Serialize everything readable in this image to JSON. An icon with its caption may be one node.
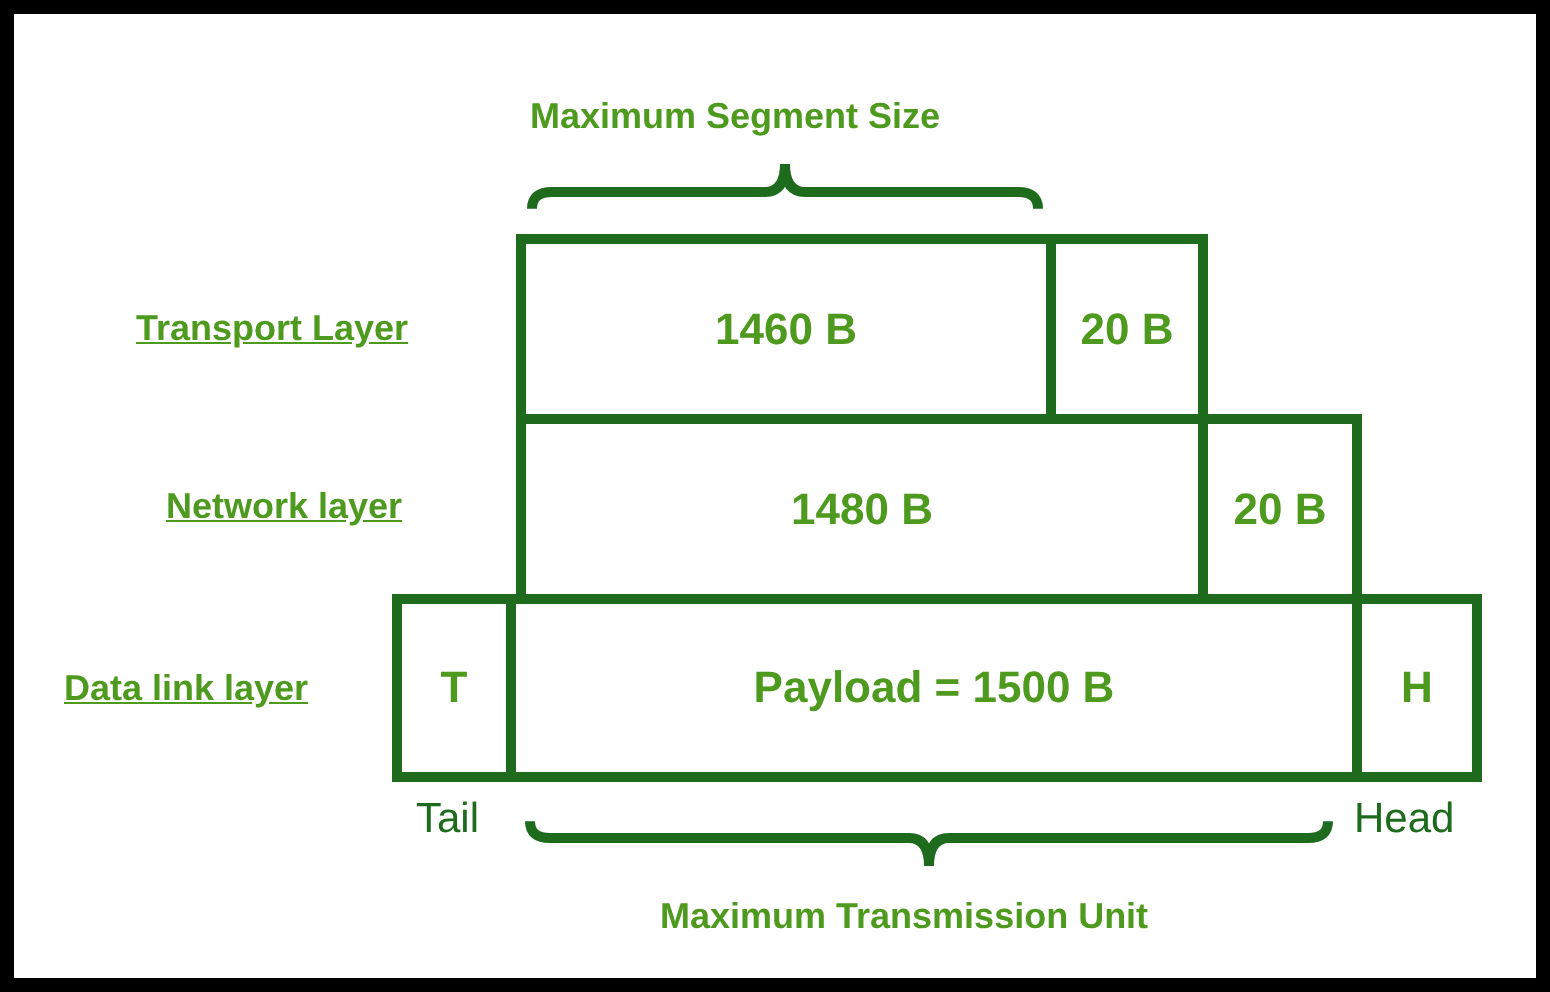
{
  "diagram": {
    "nodes": [
      {
        "text": [
          "1460 B"
        ]
      },
      {
        "text": [
          "20 B"
        ]
      },
      {
        "text": [
          "1480 B"
        ]
      },
      {
        "text": [
          "20 B"
        ]
      },
      {
        "text": [
          "T"
        ],
        "beside": [
          "Tail"
        ]
      },
      {
        "text": [
          "Payload = 1500 B"
        ]
      },
      {
        "text": [
          "H"
        ],
        "beside": [
          "Head"
        ]
      }
    ],
    "edges": [],
    "labels": [
      "Maximum Segment Size",
      "Transport Layer",
      "Network layer",
      "Data link layer",
      "Maximum Transmission Unit"
    ]
  }
}
